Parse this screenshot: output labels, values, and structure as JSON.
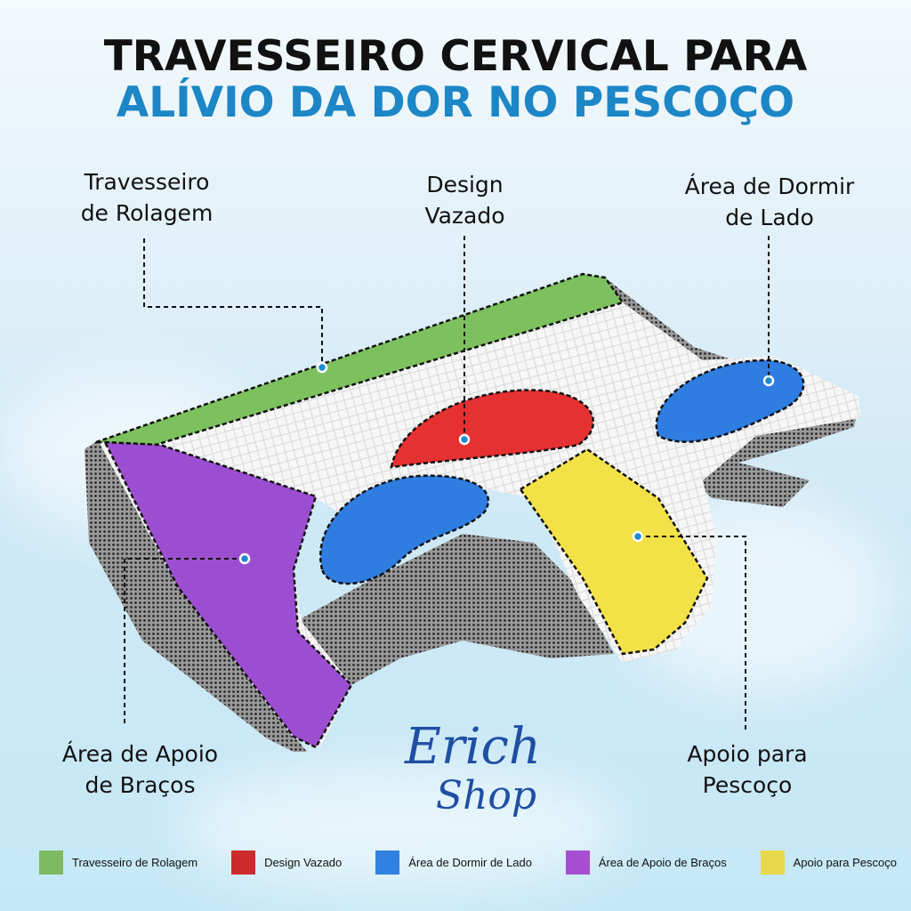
{
  "title": {
    "line1": "TRAVESSEIRO CERVICAL PARA",
    "line2": "ALÍVIO DA DOR NO PESCOÇO"
  },
  "callouts": [
    {
      "line1": "Travesseiro",
      "line2": "de Rolagem"
    },
    {
      "line1": "Design",
      "line2": "Vazado"
    },
    {
      "line1": "Área de Dormir",
      "line2": "de Lado"
    },
    {
      "line1": "Área de Apoio",
      "line2": "de Braços"
    },
    {
      "line1": "Apoio para",
      "line2": "Pescoço"
    }
  ],
  "brand": {
    "line1": "Erich",
    "line2": "Shop"
  },
  "legend": [
    {
      "label": "Travesseiro de Rolagem",
      "color": "#7dbb63"
    },
    {
      "label": "Design Vazado",
      "color": "#cc2b2e"
    },
    {
      "label": "Área de Dormir de Lado",
      "color": "#3181e0"
    },
    {
      "label": "Área de Apoio de Braços",
      "color": "#a64fd1"
    },
    {
      "label": "Apoio para Pescoço",
      "color": "#e8d94c"
    }
  ]
}
